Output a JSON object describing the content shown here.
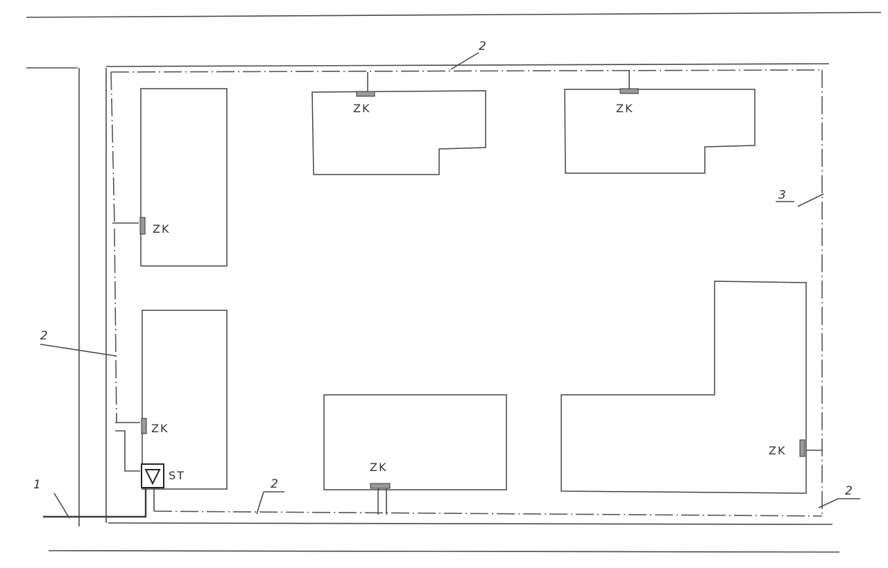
{
  "labels": {
    "zk": "ZK",
    "st": "ST",
    "road": "1",
    "pipe": "2",
    "fence": "3"
  },
  "colors": {
    "line": "#444444",
    "connector": "#9a9a9a",
    "paper": "#ffffff"
  }
}
